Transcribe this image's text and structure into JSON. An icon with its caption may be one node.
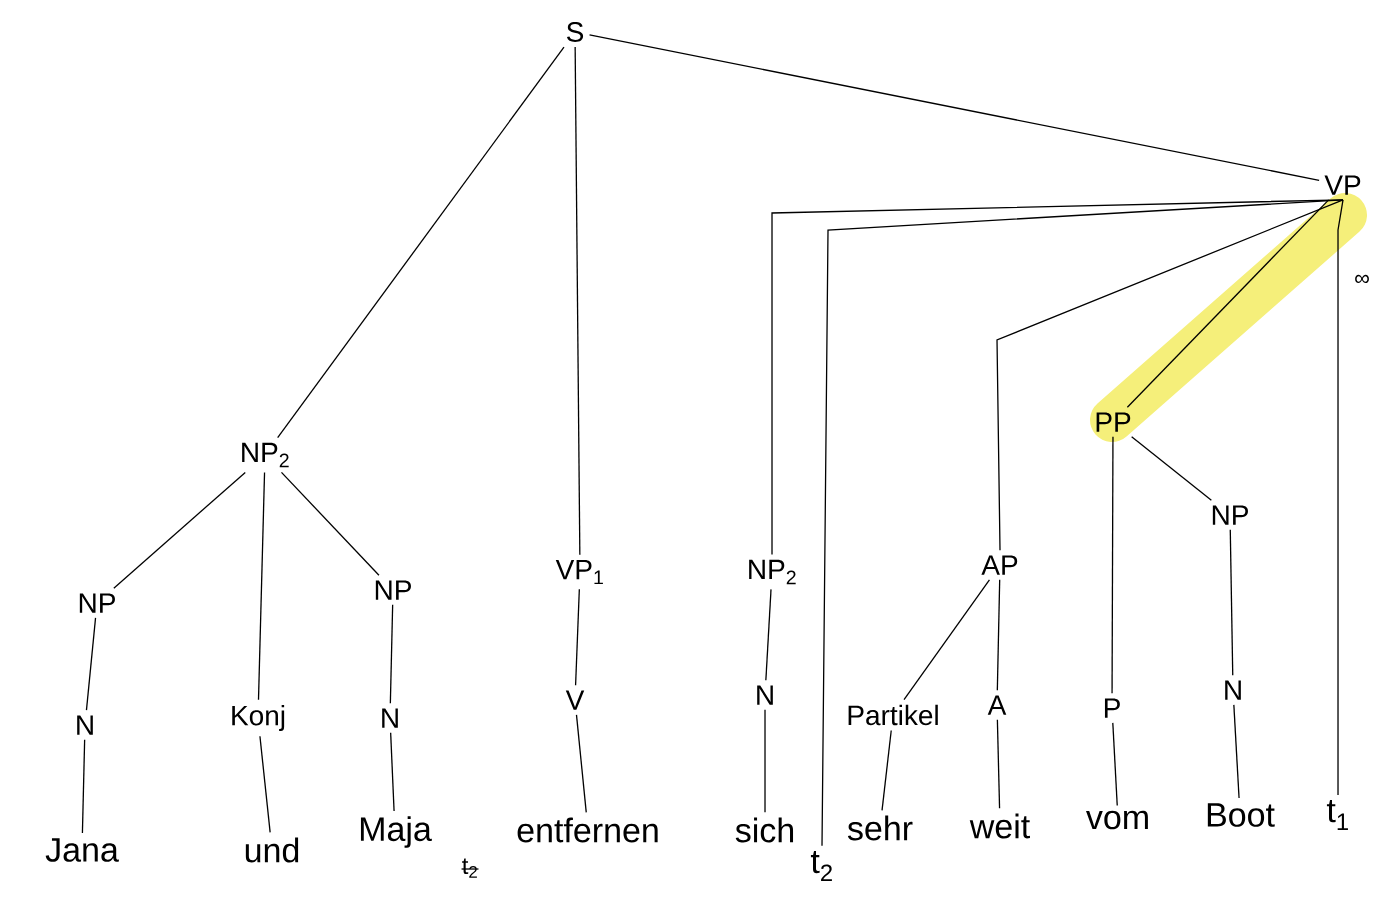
{
  "diagram": {
    "nodes": [
      {
        "text": [
          "S"
        ]
      },
      {
        "text": [
          "VP"
        ]
      },
      {
        "text": [
          "NP$_{2}$"
        ]
      },
      {
        "text": [
          "NP"
        ]
      },
      {
        "text": [
          "NP"
        ]
      },
      {
        "text": [
          "VP$_{1}$"
        ]
      },
      {
        "text": [
          "NP$_{2}$"
        ]
      },
      {
        "text": [
          "AP"
        ]
      },
      {
        "text": [
          "PP"
        ]
      },
      {
        "text": [
          "NP"
        ]
      },
      {
        "text": [
          "N"
        ]
      },
      {
        "text": [
          "Konj"
        ]
      },
      {
        "text": [
          "N"
        ]
      },
      {
        "text": [
          "V"
        ]
      },
      {
        "text": [
          "N"
        ]
      },
      {
        "text": [
          "Partikel"
        ]
      },
      {
        "text": [
          "A"
        ]
      },
      {
        "text": [
          "P"
        ]
      },
      {
        "text": [
          "N"
        ]
      },
      {
        "text": [
          "Jana"
        ]
      },
      {
        "text": [
          "und"
        ]
      },
      {
        "text": [
          "Maja"
        ]
      },
      {
        "text": [
          "entfernen"
        ]
      },
      {
        "text": [
          "sich"
        ]
      },
      {
        "text": [
          "sehr"
        ]
      },
      {
        "text": [
          "weit"
        ]
      },
      {
        "text": [
          "vom"
        ]
      },
      {
        "text": [
          "Boot"
        ]
      },
      {
        "text": [
          "t$_{1}$"
        ]
      },
      {
        "text": [
          "t$_{2}$"
        ]
      }
    ],
    "edges": [
      {
        "from": 0,
        "to": 2,
        "arrow": "none"
      },
      {
        "from": 0,
        "to": 5,
        "arrow": "none"
      },
      {
        "from": 0,
        "to": 1,
        "arrow": "none"
      },
      {
        "from": 1,
        "to": 6,
        "arrow": "none"
      },
      {
        "from": 1,
        "to": 29,
        "arrow": "none"
      },
      {
        "from": 1,
        "to": 7,
        "arrow": "none"
      },
      {
        "from": 1,
        "to": 8,
        "arrow": "none"
      },
      {
        "from": 1,
        "to": 28,
        "arrow": "none"
      },
      {
        "from": 2,
        "to": 3,
        "arrow": "none"
      },
      {
        "from": 2,
        "to": 11,
        "arrow": "none"
      },
      {
        "from": 2,
        "to": 4,
        "arrow": "none"
      },
      {
        "from": 3,
        "to": 10,
        "arrow": "none"
      },
      {
        "from": 10,
        "to": 19,
        "arrow": "none"
      },
      {
        "from": 11,
        "to": 20,
        "arrow": "none"
      },
      {
        "from": 4,
        "to": 12,
        "arrow": "none"
      },
      {
        "from": 12,
        "to": 21,
        "arrow": "none"
      },
      {
        "from": 5,
        "to": 13,
        "arrow": "none"
      },
      {
        "from": 13,
        "to": 22,
        "arrow": "none"
      },
      {
        "from": 6,
        "to": 14,
        "arrow": "none"
      },
      {
        "from": 14,
        "to": 23,
        "arrow": "none"
      },
      {
        "from": 7,
        "to": 15,
        "arrow": "none"
      },
      {
        "from": 7,
        "to": 16,
        "arrow": "none"
      },
      {
        "from": 15,
        "to": 24,
        "arrow": "none"
      },
      {
        "from": 16,
        "to": 25,
        "arrow": "none"
      },
      {
        "from": 8,
        "to": 17,
        "arrow": "none"
      },
      {
        "from": 8,
        "to": 9,
        "arrow": "none"
      },
      {
        "from": 17,
        "to": 26,
        "arrow": "none"
      },
      {
        "from": 9,
        "to": 18,
        "arrow": "none"
      },
      {
        "from": 18,
        "to": 27,
        "arrow": "none"
      }
    ],
    "labels": [
      "∞",
      "t$_{2}$"
    ]
  }
}
